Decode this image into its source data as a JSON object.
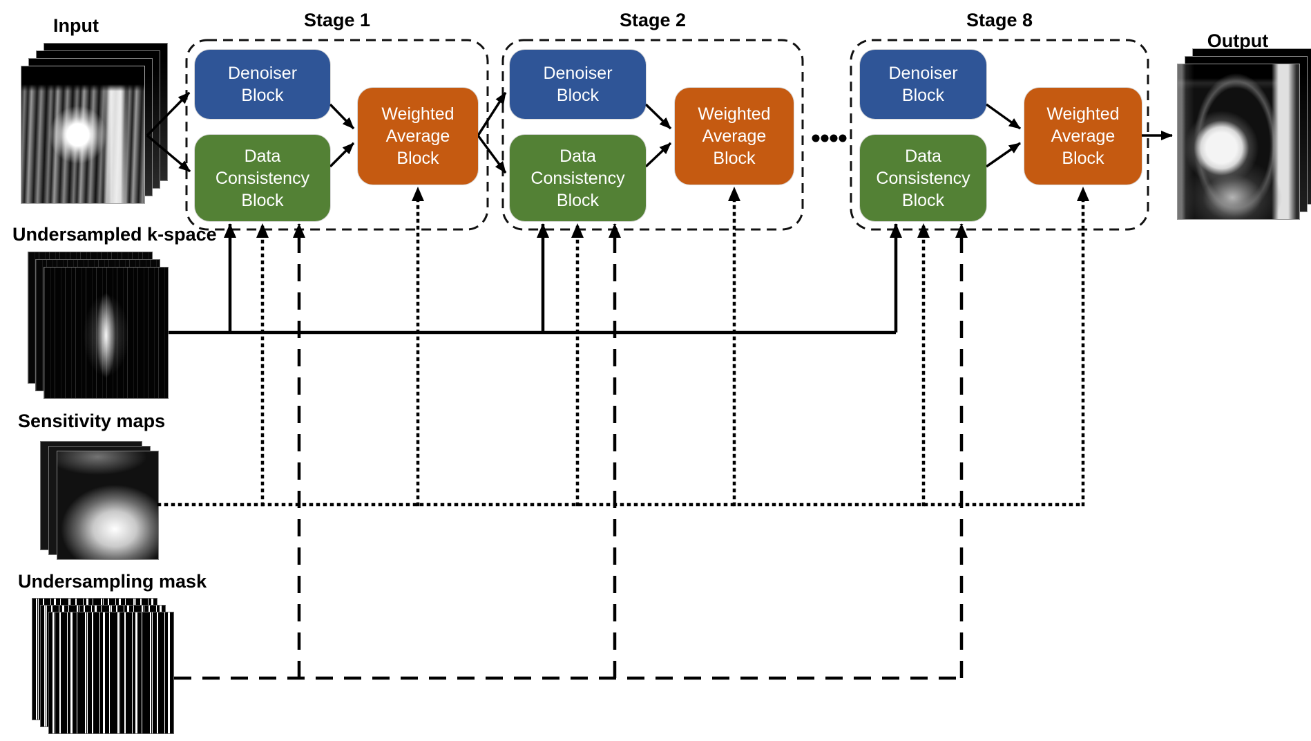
{
  "labels": {
    "input": "Input",
    "output": "Output",
    "undersampled_kspace": "Undersampled k-space",
    "sensitivity_maps": "Sensitivity maps",
    "undersampling_mask": "Undersampling mask"
  },
  "stages": [
    {
      "label": "Stage 1"
    },
    {
      "label": "Stage 2"
    },
    {
      "label": "Stage 8"
    }
  ],
  "blocks": {
    "denoiser": "Denoiser\nBlock",
    "data_consistency": "Data\nConsistency\nBlock",
    "weighted_average": "Weighted\nAverage\nBlock"
  },
  "colors": {
    "denoiser_blue": "#2f5597",
    "data_consistency_green": "#538135",
    "weighted_average_orange": "#c55a11",
    "wire_black": "#000000"
  }
}
